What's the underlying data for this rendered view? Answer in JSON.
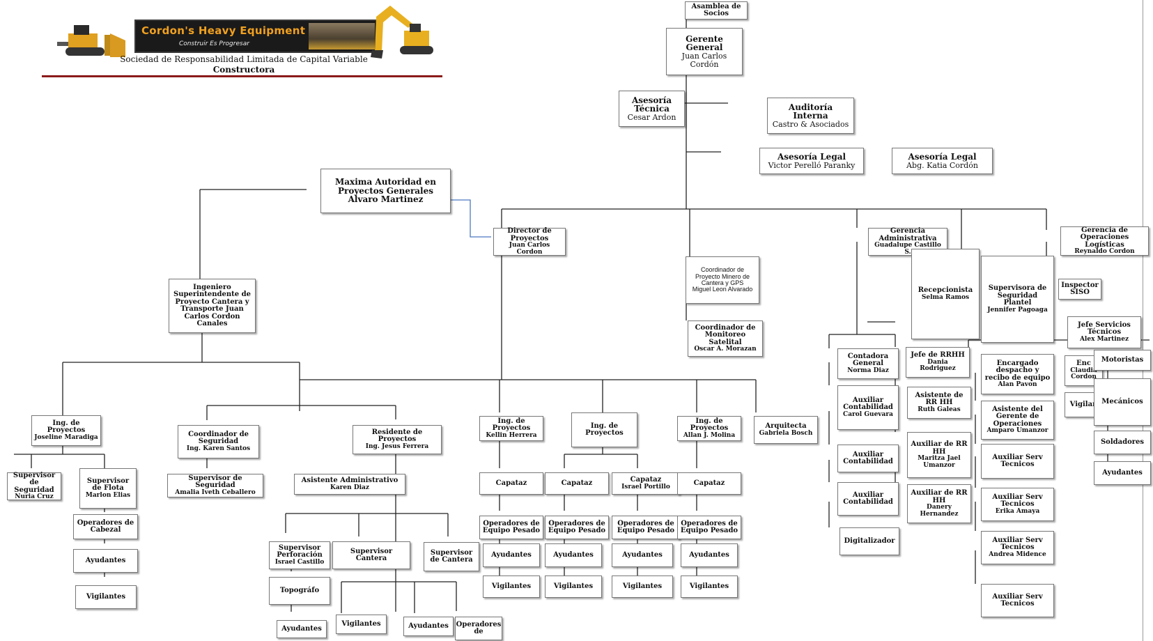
{
  "header": {
    "brand": "Cordon's Heavy Equipment",
    "tagline": "Construir Es Progresar",
    "description": "Sociedad de Responsabilidad Limitada de Capital Variable",
    "type": "Constructora"
  },
  "nodes": {
    "asamblea": {
      "title": "Asamblea de Socios",
      "name": ""
    },
    "gerente": {
      "title": "Gerente General",
      "name": "Juan Carlos Cordón"
    },
    "asesoria_tecnica": {
      "title": "Asesoría Técnica",
      "name": "Cesar Ardon"
    },
    "auditoria": {
      "title": "Auditoría Interna",
      "name": "Castro & Asociados"
    },
    "legal1": {
      "title": "Asesoría Legal",
      "name": "Victor Perelló Paranky"
    },
    "legal2": {
      "title": "Asesoría Legal",
      "name": "Abg. Katia Cordón"
    },
    "maxima": {
      "title": "Maxima Autoridad en Proyectos Generales  Alvaro Martinez",
      "name": ""
    },
    "director": {
      "title": "Director de Proyectos",
      "name": "Juan Carlos Cordon"
    },
    "coord_minero": {
      "title": "Coordinador de Proyecto Minero de Cantera y GPS",
      "name": "Miguel Leon Alvarado"
    },
    "coord_monitoreo": {
      "title": "Coordinador de Monitoreo Satelital",
      "name": "Oscar A. Morazan"
    },
    "ger_admin": {
      "title": "Gerencia Administrativa",
      "name": "Guadalupe Castillo S."
    },
    "ger_ops": {
      "title": "Gerencia de Operaciones Logísticas",
      "name": "Reynaldo Cordon"
    },
    "recepcionista": {
      "title": "Recepcionista",
      "name": "Selma Ramos"
    },
    "sup_seg_plantel": {
      "title": "Supervisora de Seguridad Plantel",
      "name": "Jennifer Pagoaga"
    },
    "inspector": {
      "title": "Inspector SISO",
      "name": ""
    },
    "jefe_serv": {
      "title": "Jefe Servicios Técnicos",
      "name": "Alex Martinez"
    },
    "ing_super": {
      "title": "Ingeniero Superintendente de Proyecto Cantera y Transporte          Juan Carlos Cordon Canales",
      "name": ""
    },
    "ing_proy_jos": {
      "title": "Ing. de Proyectos",
      "name": "Joseline Maradiga"
    },
    "coord_seg": {
      "title": "Coordinador de Seguridad",
      "name": "Ing. Karen Santos"
    },
    "residente": {
      "title": "Residente de Proyectos",
      "name": "Ing. Jesus Ferrera"
    },
    "ing_kellin": {
      "title": "Ing. de Proyectos",
      "name": "Kellin Herrera"
    },
    "ing_proy2": {
      "title": "Ing. de Proyectos",
      "name": ""
    },
    "ing_allan": {
      "title": "Ing. de Proyectos",
      "name": "Allan J. Molina"
    },
    "arquitecta": {
      "title": "Arquitecta",
      "name": "Gabriela Bosch"
    },
    "sup_seg_nuria": {
      "title": "Supervisor de Seguridad",
      "name": "Nuria Cruz"
    },
    "sup_flota": {
      "title": "Supervisor de Flota",
      "name": "Marlon Elias"
    },
    "oper_cabezal": {
      "title": "Operadores de Cabezal",
      "name": ""
    },
    "ayud_l1": {
      "title": "Ayudantes",
      "name": ""
    },
    "vig_l1": {
      "title": "Vigilantes",
      "name": ""
    },
    "sup_seg_amalia": {
      "title": "Supervisor de Seguridad",
      "name": "Amalia Iveth Ceballero"
    },
    "asist_admin": {
      "title": "Asistente Administrativo",
      "name": "Karen Diaz"
    },
    "sup_perf": {
      "title": "Supervisor Perforación",
      "name": "Israel Castillo"
    },
    "sup_cantera1": {
      "title": "Supervisor Cantera",
      "name": ""
    },
    "sup_cantera2": {
      "title": "Supervisor de Cantera",
      "name": ""
    },
    "topografo": {
      "title": "Topográfo",
      "name": ""
    },
    "ayud_topo": {
      "title": "Ayudantes",
      "name": ""
    },
    "vig_res": {
      "title": "Vigilantes",
      "name": ""
    },
    "ayud_res": {
      "title": "Ayudantes",
      "name": ""
    },
    "oper_res": {
      "title": "Operadores de",
      "name": ""
    },
    "capataz1": {
      "title": "Capataz",
      "name": ""
    },
    "capataz2": {
      "title": "Capataz",
      "name": ""
    },
    "capataz3": {
      "title": "Capataz",
      "name": "Israel Portillo"
    },
    "capataz4": {
      "title": "Capataz",
      "name": ""
    },
    "oper1": {
      "title": "Operadores de Equipo Pesado",
      "name": ""
    },
    "oper2": {
      "title": "Operadores de Equipo Pesado",
      "name": ""
    },
    "oper3": {
      "title": "Operadores de Equipo Pesado",
      "name": ""
    },
    "oper4": {
      "title": "Operadores de Equipo Pesado",
      "name": ""
    },
    "ayud1": {
      "title": "Ayudantes",
      "name": ""
    },
    "ayud2": {
      "title": "Ayudantes",
      "name": ""
    },
    "ayud3": {
      "title": "Ayudantes",
      "name": ""
    },
    "ayud4": {
      "title": "Ayudantes",
      "name": ""
    },
    "vig1": {
      "title": "Vigilantes",
      "name": ""
    },
    "vig2": {
      "title": "Vigilantes",
      "name": ""
    },
    "vig3": {
      "title": "Vigilantes",
      "name": ""
    },
    "vig4": {
      "title": "Vigilantes",
      "name": ""
    },
    "contadora": {
      "title": "Contadora General",
      "name": "Norma Diaz"
    },
    "aux_cont1": {
      "title": "Auxiliar Contabilidad",
      "name": "Carol Guevara"
    },
    "aux_cont2": {
      "title": "Auxiliar Contabilidad",
      "name": ""
    },
    "aux_cont3": {
      "title": "Auxiliar Contabilidad",
      "name": ""
    },
    "digitalizador": {
      "title": "Digitalizador",
      "name": ""
    },
    "jefe_rrhh": {
      "title": "Jefe de RRHH",
      "name": "Dania Rodriguez"
    },
    "asist_rrhh": {
      "title": "Asistente de RR HH",
      "name": "Ruth Galeas"
    },
    "aux_rrhh1": {
      "title": "Auxiliar de RR HH",
      "name": "Maritza Jael Umanzor"
    },
    "aux_rrhh2": {
      "title": "Auxiliar de RR HH",
      "name": "Danery Hernandez"
    },
    "encargado": {
      "title": "Encargado despacho y recibo de equipo",
      "name": "Alan Pavon"
    },
    "asist_ger_ops": {
      "title": "Asistente del Gerente de Operaciones",
      "name": "Amparo Umanzor"
    },
    "aux_serv1": {
      "title": "Auxiliar Serv Tecnicos",
      "name": ""
    },
    "aux_serv2": {
      "title": "Auxiliar Serv Tecnicos",
      "name": "Erika Amaya"
    },
    "aux_serv3": {
      "title": "Auxiliar Serv Tecnicos",
      "name": "Andrea Midence"
    },
    "aux_serv4": {
      "title": "Auxiliar Serv Tecnicos",
      "name": ""
    },
    "enc_partial": {
      "title": "Enc",
      "name": "Claudia Cordon"
    },
    "vig_partial": {
      "title": "Vigilan",
      "name": ""
    },
    "motoristas": {
      "title": "Motoristas",
      "name": ""
    },
    "mecanicos": {
      "title": "Mecánicos",
      "name": ""
    },
    "soldadores": {
      "title": "Soldadores",
      "name": ""
    },
    "ayud_right": {
      "title": "Ayudantes",
      "name": ""
    }
  },
  "colors": {
    "connector": "#222222",
    "blue_connector": "#4a78c0",
    "banner_text": "#f0a020",
    "rule": "#8b1a1a"
  }
}
